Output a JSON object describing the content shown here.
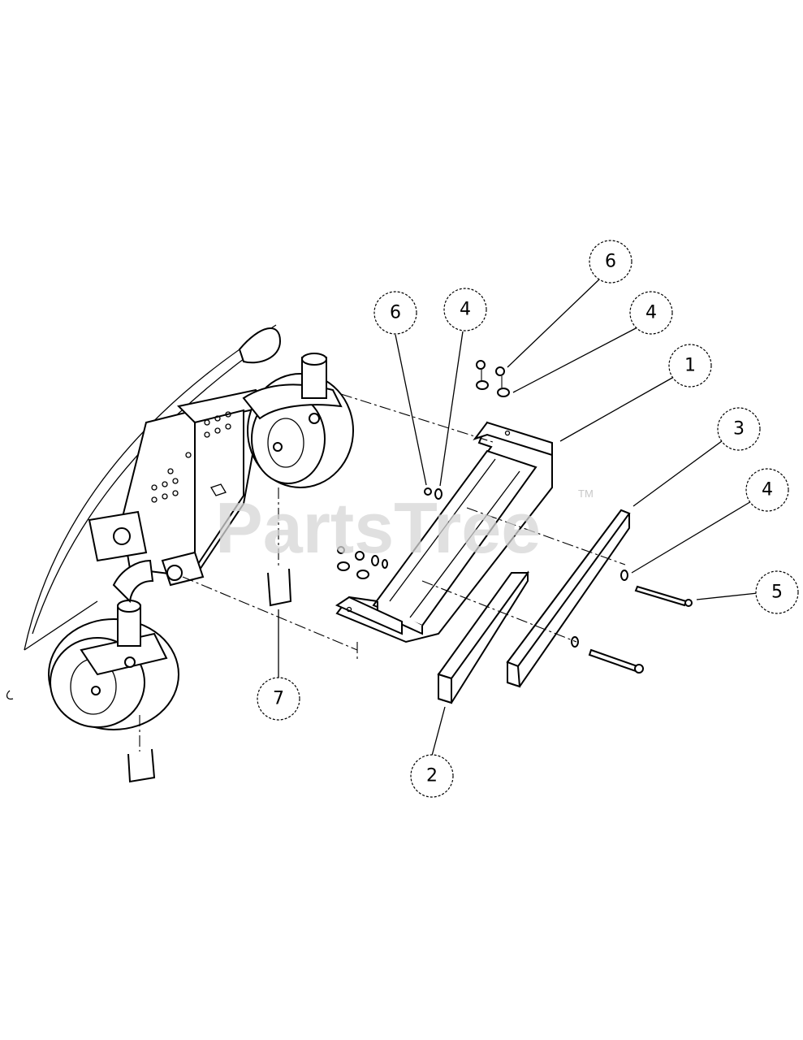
{
  "watermark": {
    "text": "PartsTree",
    "trademark": "TM"
  },
  "callouts": [
    {
      "id": "c1",
      "label": "1"
    },
    {
      "id": "c2",
      "label": "2"
    },
    {
      "id": "c3",
      "label": "3"
    },
    {
      "id": "c4a",
      "label": "4"
    },
    {
      "id": "c4b",
      "label": "4"
    },
    {
      "id": "c4c",
      "label": "4"
    },
    {
      "id": "c5",
      "label": "5"
    },
    {
      "id": "c6a",
      "label": "6"
    },
    {
      "id": "c6b",
      "label": "6"
    },
    {
      "id": "c7",
      "label": "7"
    }
  ]
}
